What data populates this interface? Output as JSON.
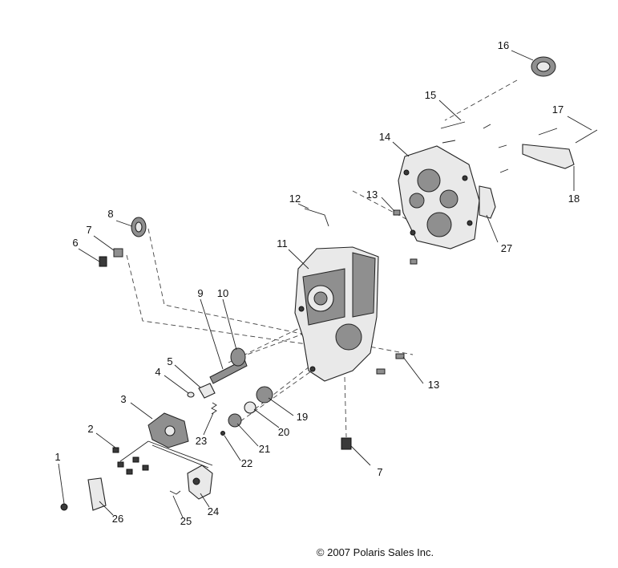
{
  "callouts": [
    {
      "id": "1",
      "label": "1"
    },
    {
      "id": "2",
      "label": "2"
    },
    {
      "id": "3",
      "label": "3"
    },
    {
      "id": "4",
      "label": "4"
    },
    {
      "id": "5",
      "label": "5"
    },
    {
      "id": "6",
      "label": "6"
    },
    {
      "id": "7a",
      "label": "7"
    },
    {
      "id": "7b",
      "label": "7"
    },
    {
      "id": "8",
      "label": "8"
    },
    {
      "id": "9",
      "label": "9"
    },
    {
      "id": "10",
      "label": "10"
    },
    {
      "id": "11",
      "label": "11"
    },
    {
      "id": "12",
      "label": "12"
    },
    {
      "id": "13a",
      "label": "13"
    },
    {
      "id": "13b",
      "label": "13"
    },
    {
      "id": "14",
      "label": "14"
    },
    {
      "id": "15",
      "label": "15"
    },
    {
      "id": "16",
      "label": "16"
    },
    {
      "id": "17",
      "label": "17"
    },
    {
      "id": "18",
      "label": "18"
    },
    {
      "id": "19",
      "label": "19"
    },
    {
      "id": "20",
      "label": "20"
    },
    {
      "id": "21",
      "label": "21"
    },
    {
      "id": "22",
      "label": "22"
    },
    {
      "id": "23",
      "label": "23"
    },
    {
      "id": "24",
      "label": "24"
    },
    {
      "id": "25",
      "label": "25"
    },
    {
      "id": "26",
      "label": "26"
    },
    {
      "id": "27",
      "label": "27"
    }
  ],
  "copyright": "© 2007 Polaris Sales Inc."
}
